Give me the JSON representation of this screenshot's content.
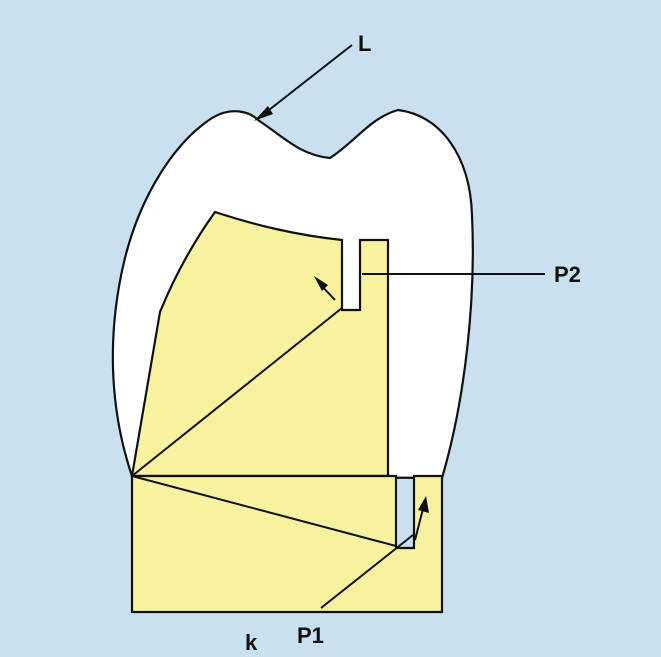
{
  "labels": {
    "L": "L",
    "P2": "P2",
    "P1": "P1",
    "k": "k"
  },
  "colors": {
    "background": "#c9e1ef",
    "enamel": "#ffffff",
    "core": "#f6f2a0",
    "outline": "#111111"
  }
}
